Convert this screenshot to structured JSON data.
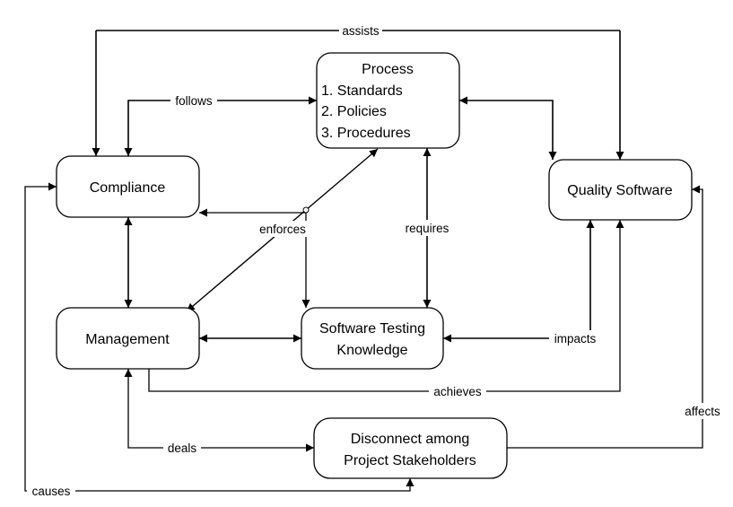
{
  "diagram": {
    "type": "concept-map",
    "nodes": {
      "process": {
        "title": "Process",
        "items": [
          "1. Standards",
          "2. Policies",
          "3. Procedures"
        ]
      },
      "compliance": {
        "label": "Compliance"
      },
      "quality_software": {
        "label": "Quality Software"
      },
      "management": {
        "label": "Management"
      },
      "software_testing_knowledge": {
        "lines": [
          "Software Testing",
          "Knowledge"
        ]
      },
      "disconnect": {
        "lines": [
          "Disconnect among",
          "Project Stakeholders"
        ]
      }
    },
    "edges": [
      {
        "id": "assists",
        "label": "assists",
        "from": "Process",
        "to": [
          "Compliance",
          "Quality Software"
        ]
      },
      {
        "id": "follows",
        "label": "follows",
        "from": "Compliance",
        "to": "Process",
        "bidirectional": true
      },
      {
        "id": "process-quality",
        "label": "",
        "from": "Process",
        "to": "Quality Software",
        "bidirectional": true
      },
      {
        "id": "enforces",
        "label": "enforces",
        "from": "Management",
        "to": "Process",
        "bidirectional": true
      },
      {
        "id": "enforces-branch",
        "label": "",
        "from": "Process",
        "to": [
          "Compliance",
          "Software Testing Knowledge"
        ]
      },
      {
        "id": "requires",
        "label": "requires",
        "from": "Process",
        "to": "Software Testing Knowledge",
        "bidirectional": true
      },
      {
        "id": "compliance-management",
        "label": "",
        "from": "Compliance",
        "to": "Management",
        "bidirectional": true
      },
      {
        "id": "management-stk",
        "label": "",
        "from": "Management",
        "to": "Software Testing Knowledge",
        "bidirectional": true
      },
      {
        "id": "impacts",
        "label": "impacts",
        "from": "Quality Software",
        "to": "Software Testing Knowledge"
      },
      {
        "id": "achieves",
        "label": "achieves",
        "from": "Management",
        "to": "Quality Software"
      },
      {
        "id": "deals",
        "label": "deals",
        "from": "Management",
        "to": "Disconnect among Project Stakeholders",
        "bidirectional": true
      },
      {
        "id": "affects",
        "label": "affects",
        "from": "Disconnect among Project Stakeholders",
        "to": "Quality Software"
      },
      {
        "id": "causes",
        "label": "causes",
        "from": "Disconnect among Project Stakeholders",
        "to": "Compliance",
        "bidirectional": true
      }
    ]
  }
}
